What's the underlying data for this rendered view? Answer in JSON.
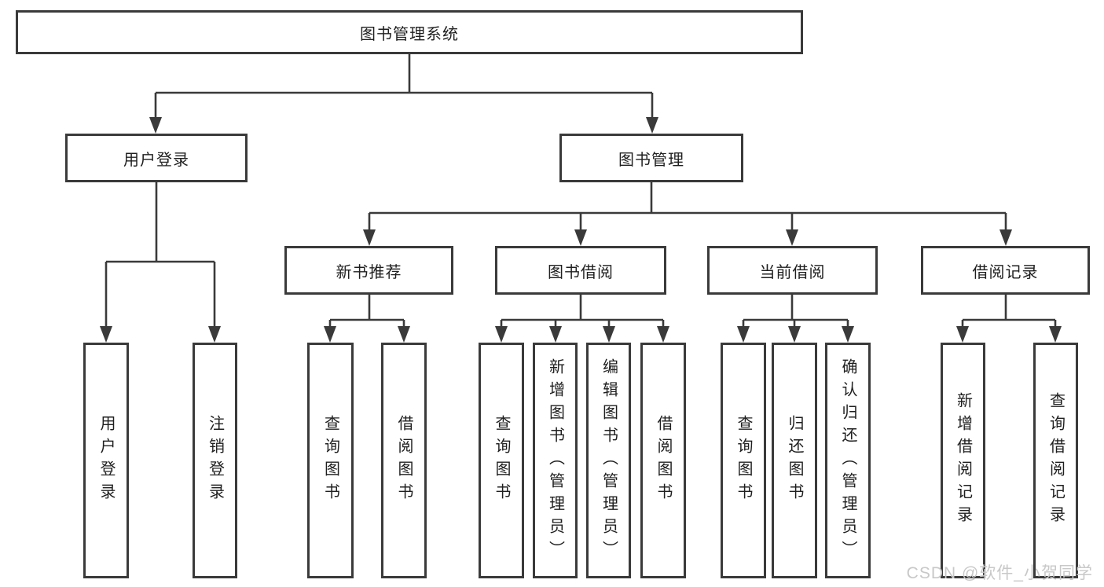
{
  "diagram": {
    "root": {
      "label": "图书管理系统",
      "children": [
        {
          "label": "用户登录",
          "children": [
            {
              "label": "用户登录"
            },
            {
              "label": "注销登录"
            }
          ]
        },
        {
          "label": "图书管理",
          "children": [
            {
              "label": "新书推荐",
              "children": [
                {
                  "label": "查询图书"
                },
                {
                  "label": "借阅图书"
                }
              ]
            },
            {
              "label": "图书借阅",
              "children": [
                {
                  "label": "查询图书"
                },
                {
                  "label": "新增图书（管理员）"
                },
                {
                  "label": "编辑图书（管理员）"
                },
                {
                  "label": "借阅图书"
                }
              ]
            },
            {
              "label": "当前借阅",
              "children": [
                {
                  "label": "查询图书"
                },
                {
                  "label": "归还图书"
                },
                {
                  "label": "确认归还（管理员）"
                }
              ]
            },
            {
              "label": "借阅记录",
              "children": [
                {
                  "label": "新增借阅记录"
                },
                {
                  "label": "查询借阅记录"
                }
              ]
            }
          ]
        }
      ]
    }
  },
  "watermark": {
    "text": "CSDN @软件_小贺同学"
  },
  "colors": {
    "line": "#3a3a3a",
    "border": "#3a3a3a",
    "text": "#1f1f1f",
    "bg": "#ffffff",
    "watermark": "#c8c8c8"
  }
}
